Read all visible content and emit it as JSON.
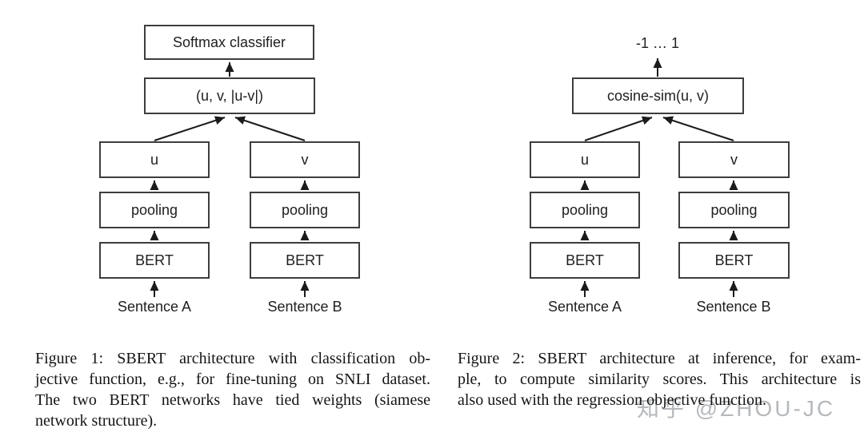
{
  "figure1": {
    "nodes": {
      "softmax": "Softmax classifier",
      "concat": "(u, v, |u-v|)",
      "u": "u",
      "v": "v",
      "pooling_a": "pooling",
      "pooling_b": "pooling",
      "bert_a": "BERT",
      "bert_b": "BERT"
    },
    "inputs": {
      "sentence_a": "Sentence A",
      "sentence_b": "Sentence B"
    },
    "caption_lines": [
      "Figure 1: SBERT architecture with classification ob-",
      "jective function, e.g., for fine-tuning on SNLI dataset.",
      "The two BERT networks have tied weights (siamese",
      "network structure)."
    ]
  },
  "figure2": {
    "output_range": "-1 … 1",
    "nodes": {
      "cosine": "cosine-sim(u, v)",
      "u": "u",
      "v": "v",
      "pooling_a": "pooling",
      "pooling_b": "pooling",
      "bert_a": "BERT",
      "bert_b": "BERT"
    },
    "inputs": {
      "sentence_a": "Sentence A",
      "sentence_b": "Sentence B"
    },
    "caption_lines": [
      "Figure 2: SBERT architecture at inference, for exam-",
      "ple, to compute similarity scores. This architecture is",
      "also used with the regression objective function."
    ]
  },
  "watermark": "知乎 @ZHOU-JC",
  "colors": {
    "box_border": "#3d3d3d",
    "diagram_ink": "#202020",
    "caption_ink": "#141414",
    "watermark_gray": "#b6b9bc",
    "background": "#ffffff"
  }
}
